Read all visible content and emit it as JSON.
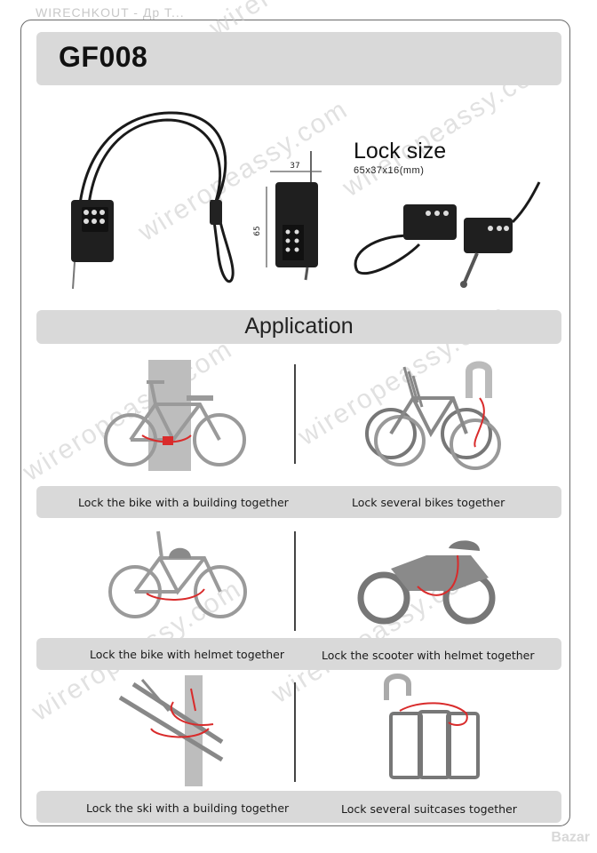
{
  "ghost_text": "WIRECHKOUT - Др Т...",
  "watermark": "wireropeassy.com",
  "header": {
    "model": "GF008"
  },
  "lock_size": {
    "title": "Lock size",
    "dimensions": "65x37x16(mm)",
    "width_label": "37",
    "height_label": "65"
  },
  "section_title": "Application",
  "captions": {
    "building_bike": "Lock the bike with a building together",
    "several_bikes": "Lock several bikes together",
    "bike_helmet": "Lock the bike with helmet together",
    "scooter_helmet": "Lock the scooter with helmet together",
    "ski_building": "Lock the ski with a building together",
    "suitcases": "Lock several suitcases together"
  },
  "corner_badge": "Bazar",
  "colors": {
    "band": "#d9d9d9",
    "accent_red": "#d92b2b",
    "illustration_gray": "#9a9a9a"
  }
}
